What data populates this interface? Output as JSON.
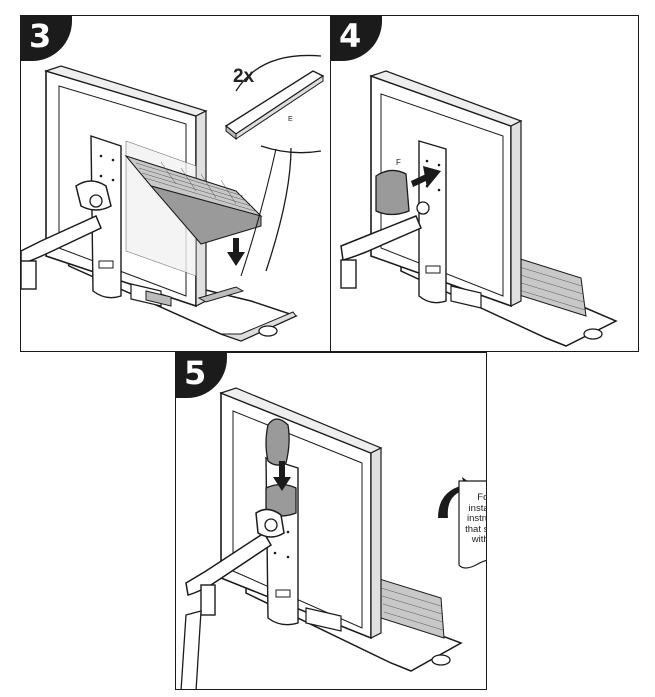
{
  "steps": [
    {
      "number": "3",
      "labels": {
        "quantity": "2x",
        "part": "E"
      }
    },
    {
      "number": "4",
      "labels": {
        "part": "F"
      }
    },
    {
      "number": "5",
      "note": "Follow installation instructions that shipped with arm."
    }
  ],
  "icons": [
    "monitor-icon",
    "keyboard-icon",
    "arm-icon",
    "tray-icon",
    "strip-icon",
    "arrow-icon",
    "curved-arrow-icon",
    "document-icon"
  ],
  "colors": {
    "ink": "#1b1b1b",
    "gray_part": "#9a9a9a",
    "light_gray": "#d9d9d9"
  }
}
